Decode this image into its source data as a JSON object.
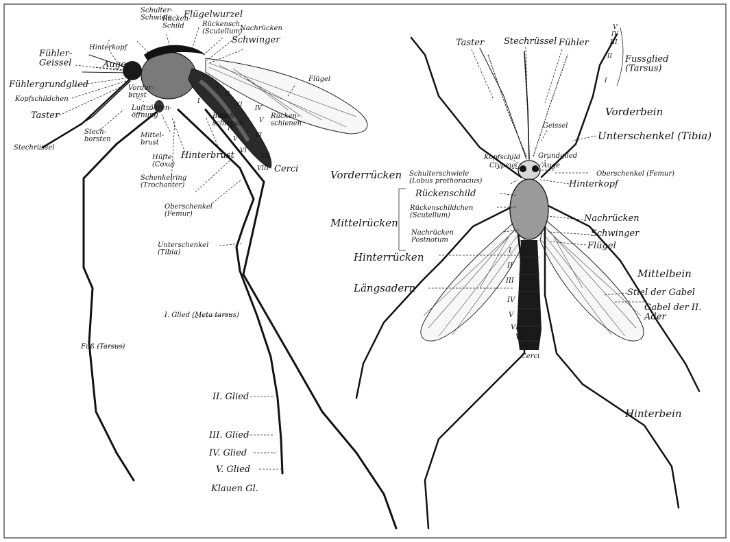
{
  "left_figure": {
    "labels": {
      "schulterschwiele": "Schulter-\nSchwiele",
      "rueckenschild": "Rücken-\nSchild",
      "fluegelwurzel": "Flügelwurzel",
      "rueckenschildchen": "Rückensch.\n(Scutellum)",
      "nachruecken": "Nachrücken",
      "schwinger": "Schwinger",
      "hinterkopf": "Hinterkopf",
      "fuehlergeissel": "Fühler-\nGeissel",
      "auge": "Auge",
      "fluegel": "Flügel",
      "fuehlergrundglied": "Fühlergrundglied",
      "kopfschildchen": "Kopfschildchen",
      "taster": "Taster",
      "vorderbrust": "Vorder-\nbrust",
      "luftroehrenoeffnung": "Luftröhren-\nöffnung",
      "stechborsten": "Stech-\nborsten",
      "stechruessel": "Stechrüssel",
      "bauchschienen": "Bauch-\nschienen",
      "rueckenschienen": "Rücken-\nschienen",
      "mittelbrust": "Mittel-\nbrust",
      "huefte": "Hüfte\n(Coxa)",
      "hinterbrust": "Hinterbrust",
      "schenkelring": "Schenkelring\n(Trochanter)",
      "cerci": "Cerci",
      "oberschenkel": "Oberschenkel\n(Femur)",
      "unterschenkel": "Unterschenkel\n(Tibia)",
      "glied1": "I. Glied (Meta tarsus)",
      "fuss": "Fuß (Tarsus)",
      "glied2": "II. Glied",
      "glied3": "III. Glied",
      "glied4": "IV. Glied",
      "glied5": "V. Glied",
      "klauen": "Klauen Gl."
    },
    "segments_dorsal": [
      "I",
      "II",
      "III",
      "IV",
      "V",
      "VI",
      "VII",
      "VIII"
    ],
    "segments_ventral": [
      "I",
      "II",
      "III",
      "IV",
      "V",
      "VI",
      "VII"
    ]
  },
  "right_figure": {
    "labels": {
      "taster": "Taster",
      "stechruessel": "Stechrüssel",
      "fuehler": "Fühler",
      "fussglied": "Fussglied\n(Tarsus)",
      "tarsus_numerals": [
        "I",
        "II",
        "III",
        "IV",
        "V"
      ],
      "vorderbein": "Vorderbein",
      "geissel": "Geissel",
      "unterschenkel": "Unterschenkel (Tibia)",
      "kopfschild": "Kopfschild",
      "clypeus": "Clypeus",
      "grundglied": "Grundglied",
      "auge": "Auge",
      "oberschenkel": "Oberschenkel (Femur)",
      "vorderruecken": "Vorderrücken",
      "schulterschwiele": "Schulterschwiele\n(Lobus prothoracius)",
      "hinterkopf": "Hinterkopf",
      "rueckenschild": "Rückenschild",
      "mittelruecken": "Mittelrücken",
      "rueckenschildchen": "Rückenschildchen\n(Scutellum)",
      "nachruecken": "Nachrücken",
      "nachruecken_postnotum": "Nachrücken\nPostnotum",
      "schwinger": "Schwinger",
      "fluegel": "Flügel",
      "hinterruecken": "Hinterrücken",
      "mittelbein": "Mittelbein",
      "laengsadern": "Längsadern",
      "stiel_der_gabel": "Stiel der Gabel",
      "gabel_der_ader": "Gabel der II.\nAder",
      "cerci": "Cerci",
      "hinterbein": "Hinterbein"
    },
    "abdomen_numerals": [
      "I",
      "II",
      "III",
      "IV",
      "V",
      "VI",
      "VII",
      "VIII"
    ]
  },
  "colors": {
    "ink": "#111111",
    "body_shade": "#7a7a7a",
    "thorax_stipple": "#9a9a9a",
    "abdomen_dark": "#1a1a1a",
    "wing_fill": "#f7f7f7"
  }
}
